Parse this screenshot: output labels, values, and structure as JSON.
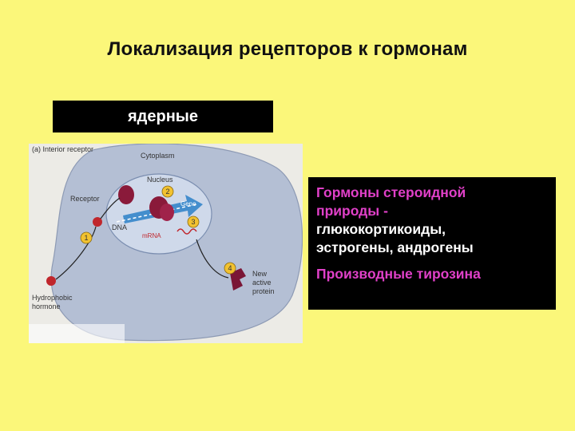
{
  "slide": {
    "title": "Локализация рецепторов к гормонам",
    "label": "ядерные"
  },
  "figure": {
    "panel_label": "(a) Interior receptor",
    "cytoplasm_label": "Cytoplasm",
    "nucleus_label": "Nucleus",
    "receptor_label": "Receptor",
    "dna_label": "DNA",
    "gene_label": "Gene",
    "mrna_label": "mRNA",
    "hormone_label_1": "Hydrophobic",
    "hormone_label_2": "hormone",
    "protein_label_1": "New",
    "protein_label_2": "active",
    "protein_label_3": "protein",
    "step_1": "1",
    "step_2": "2",
    "step_3": "3",
    "step_4": "4",
    "colors": {
      "cell": "#b4bfd4",
      "nucleus": "#cfd9ea",
      "hormone": "#c0262c",
      "receptor": "#8a1a3a",
      "step_badge": "#f2c230",
      "arrow": "#2b80c8"
    }
  },
  "info": {
    "line1": "Гормоны стероидной",
    "line2": "природы -",
    "line3": "глюкокортикоиды,",
    "line4": "эстрогены, андрогены",
    "line5": "Производные тирозина"
  }
}
